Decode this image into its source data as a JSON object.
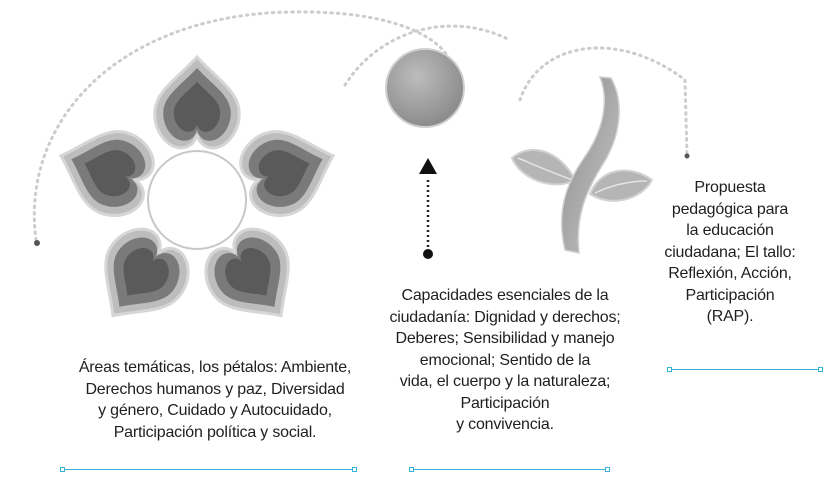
{
  "petals_caption": {
    "lines": [
      "Áreas temáticas, los pétalos: Ambiente,",
      "Derechos humanos y paz, Diversidad",
      "y género, Cuidado y Autocuidado,",
      "Participación política y social."
    ]
  },
  "center_caption": {
    "lines": [
      "Capacidades esenciales de la",
      "ciudadanía: Dignidad y derechos;",
      "Deberes; Sensibilidad y manejo",
      "emocional; Sentido de la",
      "vida, el cuerpo y la naturaleza;",
      "Participación",
      "y convivencia."
    ]
  },
  "stem_caption": {
    "lines": [
      "Propuesta",
      "pedagógica para",
      "la educación",
      "ciudadana; El tallo:",
      "Reflexión, Acción,",
      "Participación",
      "(RAP)."
    ]
  },
  "colors": {
    "petal_outer": "#bdbdbd",
    "petal_inner": "#7a7a7a",
    "petal_core": "#5a5a5a",
    "circle": "#a8a8a8",
    "stem": "#9a9a9a",
    "leaf": "#b8b8b8",
    "guide": "#3ab1d8",
    "dotted": "#cccccc"
  }
}
